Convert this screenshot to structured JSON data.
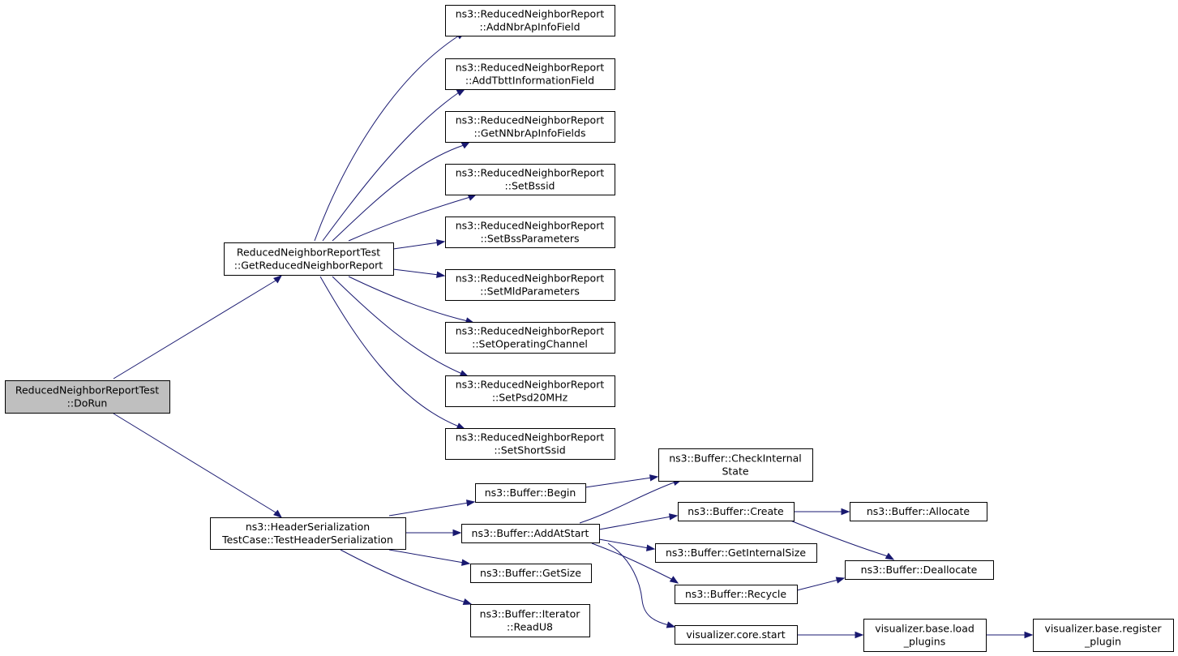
{
  "nodes": {
    "root": {
      "lines": [
        "ReducedNeighborReportTest",
        "::DoRun"
      ]
    },
    "get_rnr": {
      "lines": [
        "ReducedNeighborReportTest",
        "::GetReducedNeighborReport"
      ]
    },
    "add_nbr": {
      "lines": [
        "ns3::ReducedNeighborReport",
        "::AddNbrApInfoField"
      ]
    },
    "add_tbtt": {
      "lines": [
        "ns3::ReducedNeighborReport",
        "::AddTbttInformationField"
      ]
    },
    "get_nnbr": {
      "lines": [
        "ns3::ReducedNeighborReport",
        "::GetNNbrApInfoFields"
      ]
    },
    "set_bssid": {
      "lines": [
        "ns3::ReducedNeighborReport",
        "::SetBssid"
      ]
    },
    "set_bssparams": {
      "lines": [
        "ns3::ReducedNeighborReport",
        "::SetBssParameters"
      ]
    },
    "set_mld": {
      "lines": [
        "ns3::ReducedNeighborReport",
        "::SetMldParameters"
      ]
    },
    "set_opch": {
      "lines": [
        "ns3::ReducedNeighborReport",
        "::SetOperatingChannel"
      ]
    },
    "set_psd": {
      "lines": [
        "ns3::ReducedNeighborReport",
        "::SetPsd20MHz"
      ]
    },
    "set_short": {
      "lines": [
        "ns3::ReducedNeighborReport",
        "::SetShortSsid"
      ]
    },
    "ths": {
      "lines": [
        "ns3::HeaderSerialization",
        "TestCase::TestHeaderSerialization"
      ]
    },
    "begin": {
      "lines": [
        "ns3::Buffer::Begin"
      ]
    },
    "addatstart": {
      "lines": [
        "ns3::Buffer::AddAtStart"
      ]
    },
    "getsize": {
      "lines": [
        "ns3::Buffer::GetSize"
      ]
    },
    "readu8": {
      "lines": [
        "ns3::Buffer::Iterator",
        "::ReadU8"
      ]
    },
    "checkstate": {
      "lines": [
        "ns3::Buffer::CheckInternal",
        "State"
      ]
    },
    "create": {
      "lines": [
        "ns3::Buffer::Create"
      ]
    },
    "getinternal": {
      "lines": [
        "ns3::Buffer::GetInternalSize"
      ]
    },
    "recycle": {
      "lines": [
        "ns3::Buffer::Recycle"
      ]
    },
    "vizstart": {
      "lines": [
        "visualizer.core.start"
      ]
    },
    "allocate": {
      "lines": [
        "ns3::Buffer::Allocate"
      ]
    },
    "deallocate": {
      "lines": [
        "ns3::Buffer::Deallocate"
      ]
    },
    "loadplugins": {
      "lines": [
        "visualizer.base.load",
        "_plugins"
      ]
    },
    "registerplugin": {
      "lines": [
        "visualizer.base.register",
        "_plugin"
      ]
    }
  },
  "edges": [
    [
      "root",
      "get_rnr"
    ],
    [
      "root",
      "ths"
    ],
    [
      "get_rnr",
      "add_nbr"
    ],
    [
      "get_rnr",
      "add_tbtt"
    ],
    [
      "get_rnr",
      "get_nnbr"
    ],
    [
      "get_rnr",
      "set_bssid"
    ],
    [
      "get_rnr",
      "set_bssparams"
    ],
    [
      "get_rnr",
      "set_mld"
    ],
    [
      "get_rnr",
      "set_opch"
    ],
    [
      "get_rnr",
      "set_psd"
    ],
    [
      "get_rnr",
      "set_short"
    ],
    [
      "ths",
      "begin"
    ],
    [
      "ths",
      "addatstart"
    ],
    [
      "ths",
      "getsize"
    ],
    [
      "ths",
      "readu8"
    ],
    [
      "begin",
      "checkstate"
    ],
    [
      "addatstart",
      "checkstate"
    ],
    [
      "addatstart",
      "create"
    ],
    [
      "addatstart",
      "getinternal"
    ],
    [
      "addatstart",
      "recycle"
    ],
    [
      "addatstart",
      "vizstart"
    ],
    [
      "create",
      "allocate"
    ],
    [
      "create",
      "deallocate"
    ],
    [
      "recycle",
      "deallocate"
    ],
    [
      "vizstart",
      "loadplugins"
    ],
    [
      "loadplugins",
      "registerplugin"
    ]
  ],
  "colors": {
    "edge": "#191970",
    "root_fill": "#bfbfbf",
    "node_fill": "#ffffff",
    "node_stroke": "#000000"
  }
}
